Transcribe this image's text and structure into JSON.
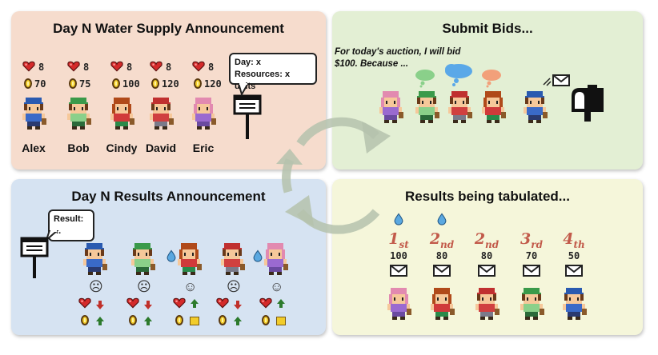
{
  "panels": {
    "announce": {
      "title": "Day N Water Supply Announcement"
    },
    "bids": {
      "title": "Submit Bids..."
    },
    "results": {
      "title": "Day N Results Announcement"
    },
    "tabulate": {
      "title": "Results being tabulated..."
    }
  },
  "players": [
    {
      "name": "Alex",
      "hp": "8",
      "coins": "70"
    },
    {
      "name": "Bob",
      "hp": "8",
      "coins": "75"
    },
    {
      "name": "Cindy",
      "hp": "8",
      "coins": "100"
    },
    {
      "name": "David",
      "hp": "8",
      "coins": "120"
    },
    {
      "name": "Eric",
      "hp": "8",
      "coins": "120"
    }
  ],
  "announcement_bubble": {
    "line1": "Day: x",
    "line2": "Resources: x units"
  },
  "bid_quote": "For today's auction, I will bid $100. Because ...",
  "result_bubble": {
    "line1": "Result:",
    "line2": "..."
  },
  "rankings": [
    {
      "rank_num": "1",
      "rank_suffix": "st",
      "bid": "100",
      "water": true
    },
    {
      "rank_num": "2",
      "rank_suffix": "nd",
      "bid": "80",
      "water": true
    },
    {
      "rank_num": "2",
      "rank_suffix": "nd",
      "bid": "80",
      "water": false
    },
    {
      "rank_num": "3",
      "rank_suffix": "rd",
      "bid": "70",
      "water": false
    },
    {
      "rank_num": "4",
      "rank_suffix": "th",
      "bid": "50",
      "water": false
    }
  ],
  "results": [
    {
      "face": "☹",
      "hp_trend": "down",
      "coin_trend": "up",
      "water": false,
      "bonus": false
    },
    {
      "face": "☹",
      "hp_trend": "down",
      "coin_trend": "up",
      "water": false,
      "bonus": false
    },
    {
      "face": "☺",
      "hp_trend": "up",
      "coin_trend": "bonus",
      "water": true,
      "bonus": true
    },
    {
      "face": "☹",
      "hp_trend": "down",
      "coin_trend": "up",
      "water": false,
      "bonus": false
    },
    {
      "face": "☺",
      "hp_trend": "up",
      "coin_trend": "bonus",
      "water": true,
      "bonus": true
    }
  ],
  "colors": {
    "announce_bg": "#f6dccd",
    "bids_bg": "#e3efd4",
    "results_bg": "#d6e3f2",
    "tabulate_bg": "#f5f6da",
    "rank": "#c25a4a",
    "heart": "#d42a2a",
    "coin": "#f2cc2a",
    "water": "#5aa8e0",
    "cycle": "#b5c2ad"
  },
  "icons": [
    "heart-icon",
    "coin-icon",
    "water-drop-icon",
    "envelope-icon",
    "mailbox-icon",
    "signboard-icon",
    "thought-cloud-icon",
    "frown-face-icon",
    "smile-face-icon",
    "arrow-up-icon",
    "arrow-down-icon",
    "cycle-arrows-icon"
  ]
}
